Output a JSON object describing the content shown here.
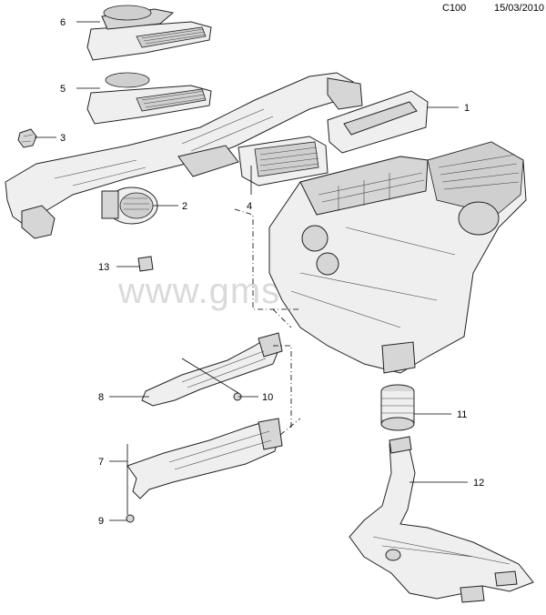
{
  "header": {
    "code": "C100",
    "date": "15/03/2010"
  },
  "watermark": "www.gmsmstard.ru",
  "callouts": {
    "c1": "1",
    "c2": "2",
    "c3": "3",
    "c4": "4",
    "c5": "5",
    "c6": "6",
    "c7": "7",
    "c8": "8",
    "c9": "9",
    "c10": "10",
    "c11": "11",
    "c12": "12",
    "c13": "13"
  }
}
